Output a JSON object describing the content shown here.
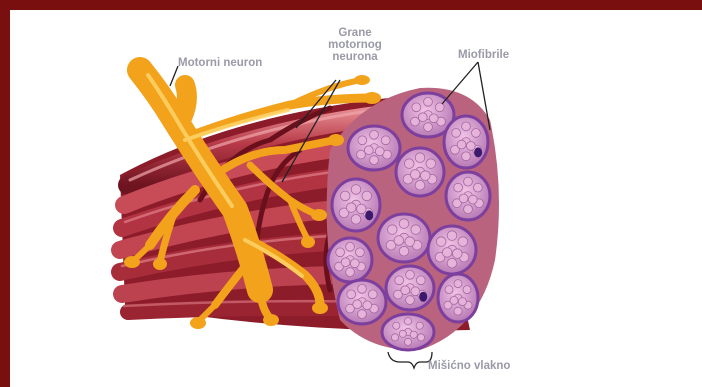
{
  "labels": {
    "motor_neuron": "Motorni neuron",
    "branches": [
      "Grane",
      "motornog",
      "neurona"
    ],
    "myofibrils": "Miofibrile",
    "muscle_fiber": "Mišićno vlakno"
  },
  "colors": {
    "border": "#7a0f0f",
    "label": "#9a9aa8",
    "nerve": "#f2a21b",
    "muscle": "#b53a47",
    "fiber_face": "#c78bc0",
    "fibril": "#d9a3cf"
  }
}
